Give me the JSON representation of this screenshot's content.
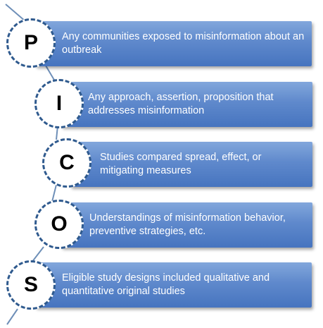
{
  "items": [
    {
      "letter": "P",
      "text": "Any communities exposed to misinformation about an outbreak"
    },
    {
      "letter": "I",
      "text": "Any approach, assertion, proposition that addresses misinformation"
    },
    {
      "letter": "C",
      "text": "Studies compared spread, effect, or mitigating measures"
    },
    {
      "letter": "O",
      "text": "Understandings of misinformation behavior, preventive strategies, etc."
    },
    {
      "letter": "S",
      "text": "Eligible study designs included qualitative and quantitative original studies"
    }
  ],
  "colors": {
    "bar_top": "#82a7dc",
    "bar_bottom": "#4674bf",
    "circle_border": "#2f5a8e",
    "connector": "#6e8fb8"
  }
}
